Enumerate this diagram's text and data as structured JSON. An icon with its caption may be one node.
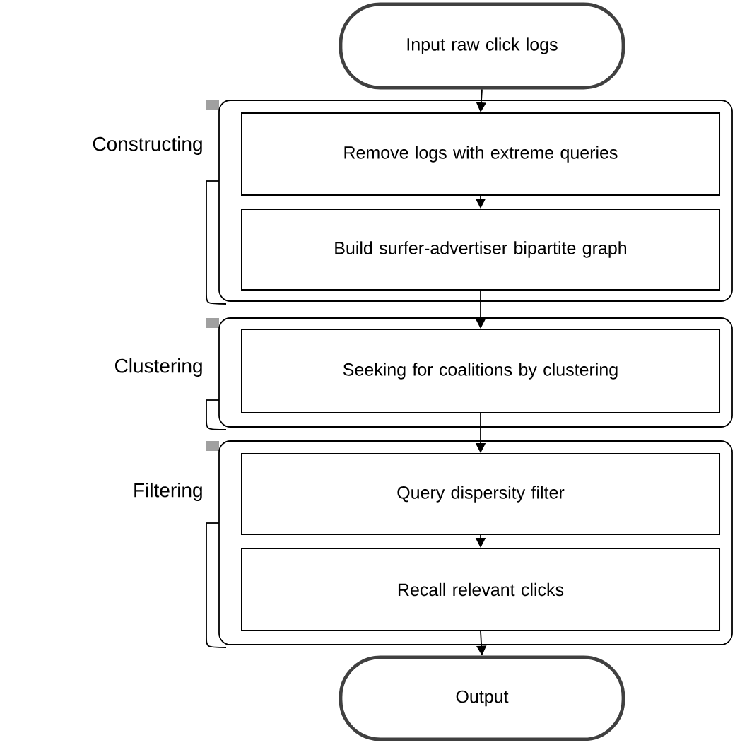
{
  "diagram": {
    "nodes": [
      {
        "text": [
          "Input raw click logs"
        ]
      },
      {
        "text": [
          "Constructing"
        ]
      },
      {
        "text": [
          "Remove logs with extreme queries"
        ],
        "in": 1
      },
      {
        "text": [
          "Build surfer-advertiser bipartite graph"
        ],
        "in": 1
      },
      {
        "text": [
          "Clustering"
        ]
      },
      {
        "text": [
          "Seeking for coalitions by clustering"
        ],
        "in": 4
      },
      {
        "text": [
          "Filtering"
        ]
      },
      {
        "text": [
          "Query dispersity filter"
        ],
        "in": 6
      },
      {
        "text": [
          "Recall relevant clicks"
        ],
        "in": 6
      },
      {
        "text": [
          "Output"
        ]
      }
    ],
    "edges": [
      {
        "from": 0,
        "to": 2,
        "arrow": "to"
      },
      {
        "from": 2,
        "to": 3,
        "arrow": "to"
      },
      {
        "from": 3,
        "to": 5,
        "arrow": "to"
      },
      {
        "from": 5,
        "to": 7,
        "arrow": "to"
      },
      {
        "from": 7,
        "to": 8,
        "arrow": "to"
      },
      {
        "from": 8,
        "to": 9,
        "arrow": "to"
      }
    ]
  }
}
